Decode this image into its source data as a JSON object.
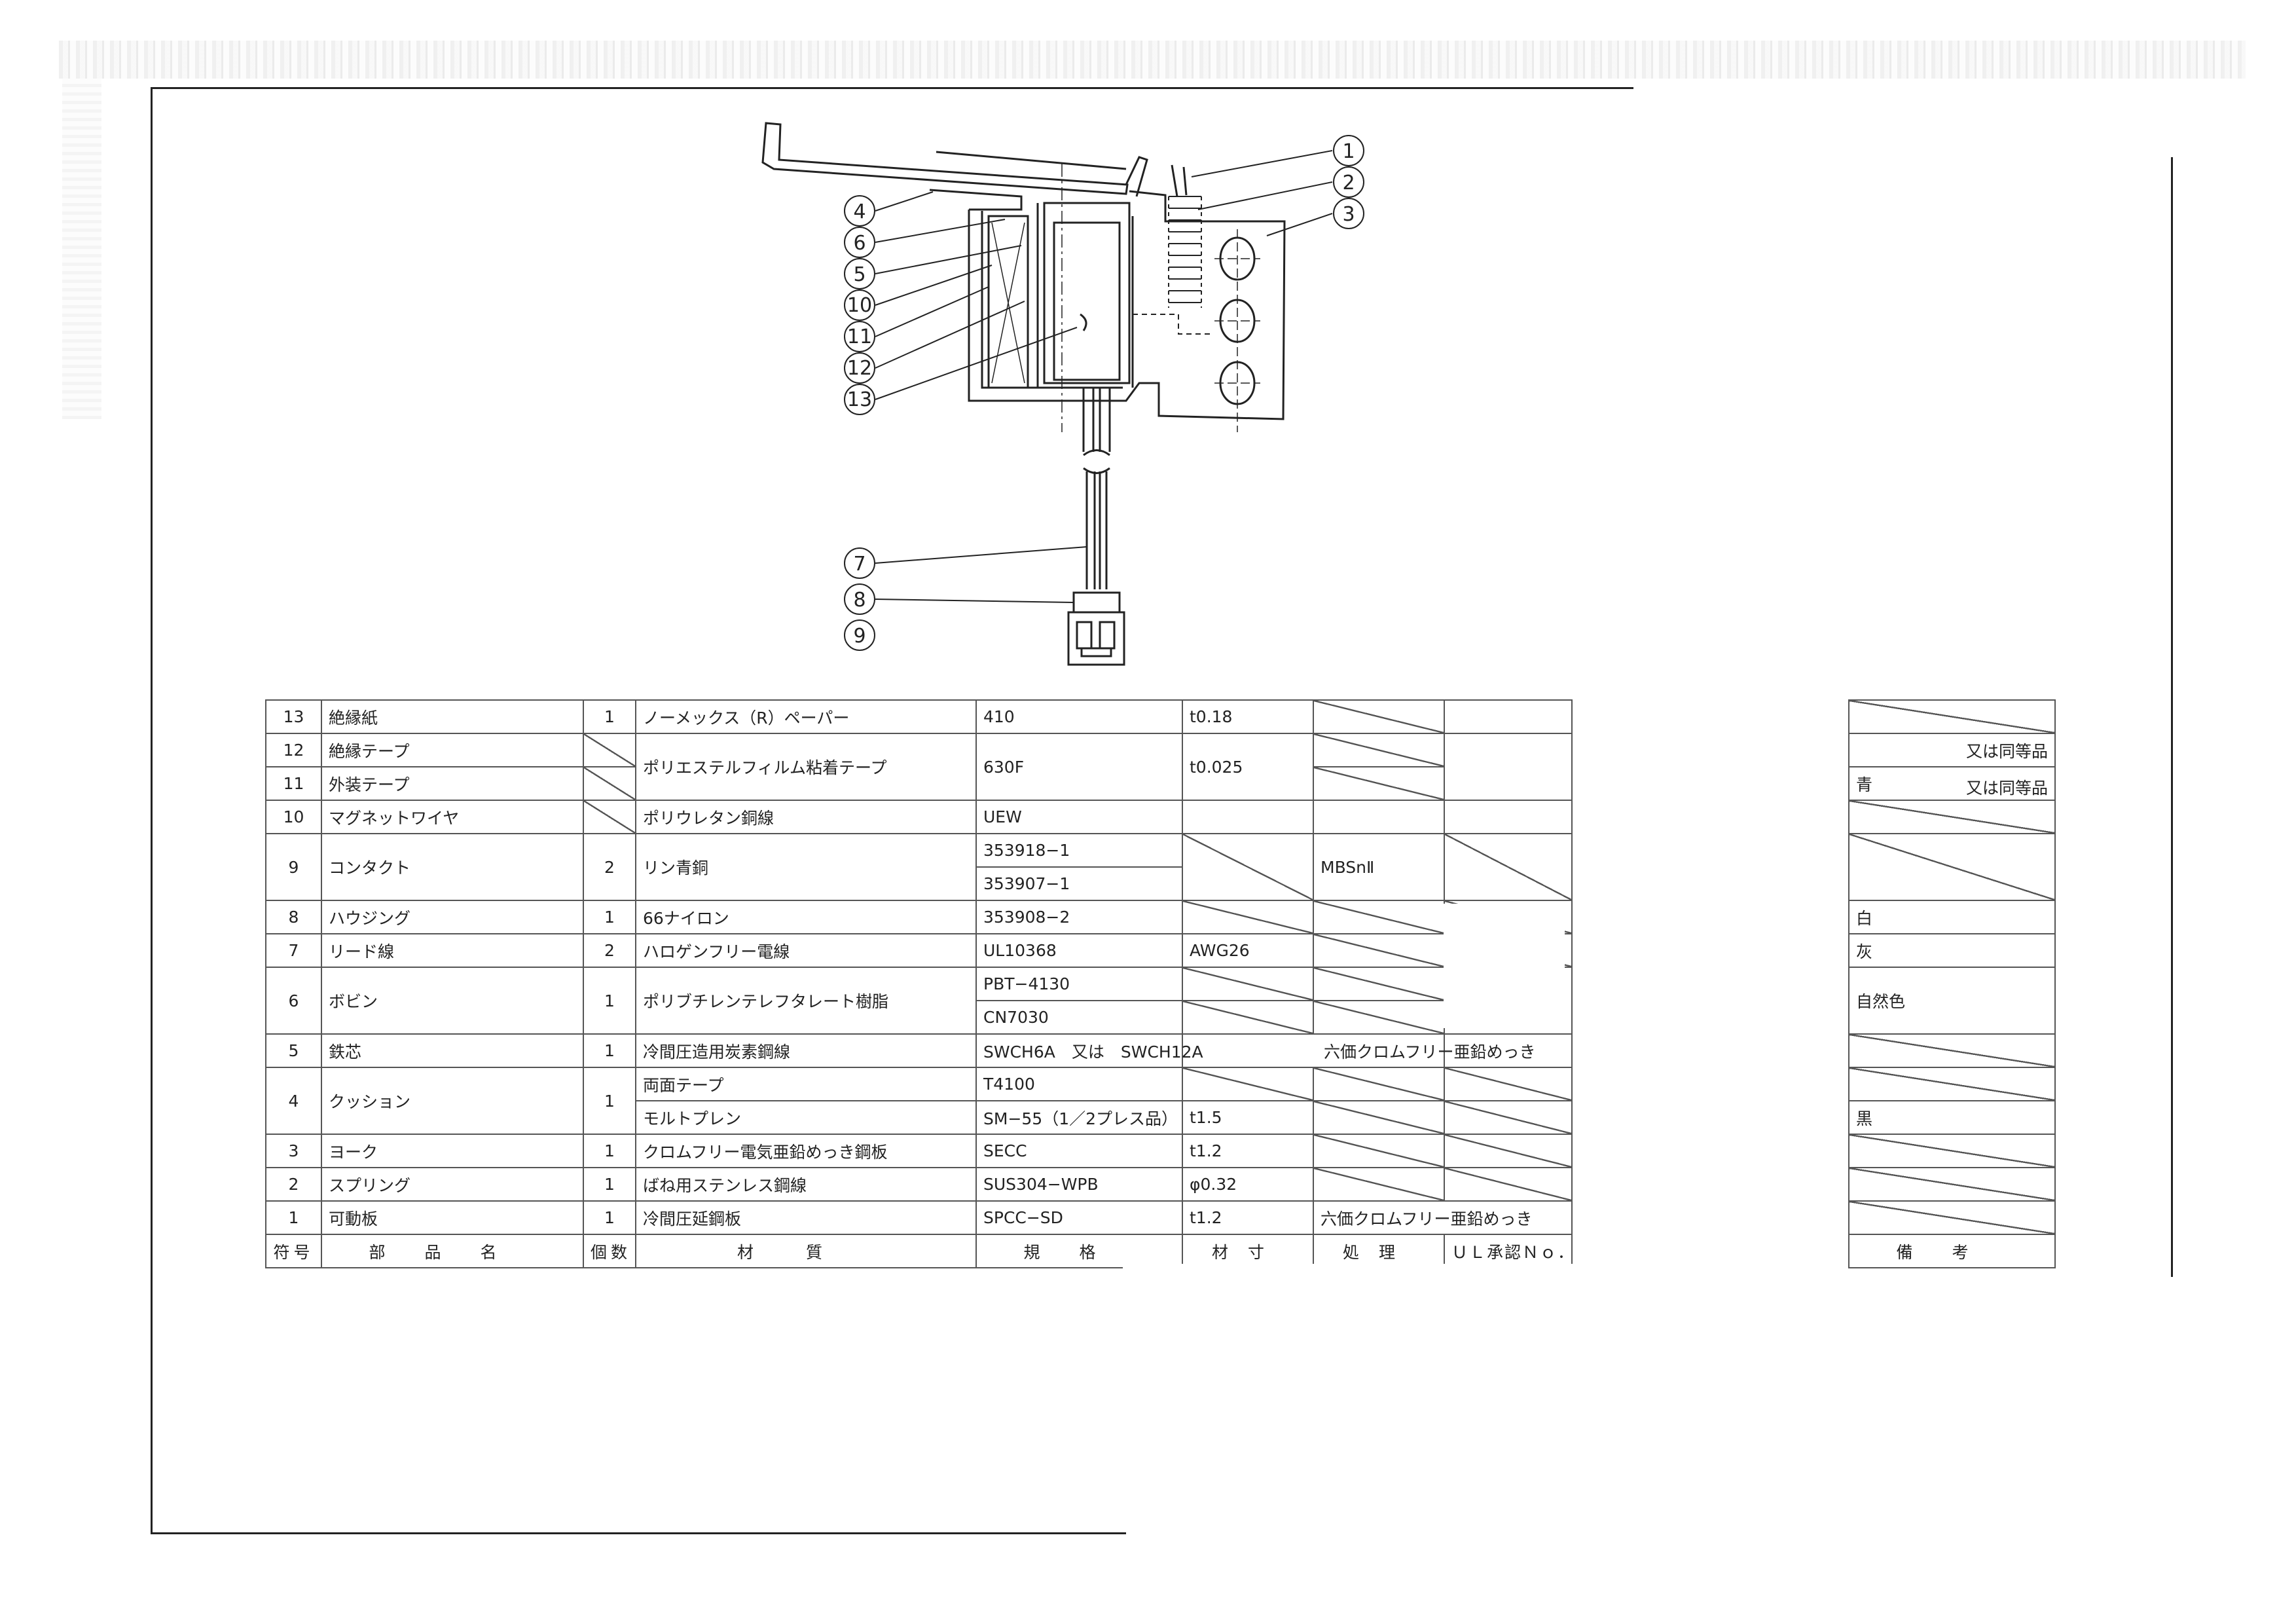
{
  "callouts": [
    "1",
    "2",
    "3",
    "4",
    "6",
    "5",
    "10",
    "11",
    "12",
    "13",
    "7",
    "8",
    "9"
  ],
  "parts_table": {
    "header": {
      "no": "符号",
      "name": "部品名",
      "qty": "個数",
      "material": "材質",
      "spec": "規格",
      "dimension": "材寸",
      "treatment": "処理",
      "ul": "ＵＬ承認Ｎｏ．",
      "remarks": "備考"
    },
    "rows": [
      {
        "no": "13",
        "name": "絶縁紙",
        "qty": "1",
        "material": "ノーメックス（R）ペーパー",
        "spec": "410",
        "dim": "t0.18",
        "treat": "",
        "ul": "",
        "remark": ""
      },
      {
        "no": "12",
        "name": "絶縁テープ",
        "qty": "",
        "material": "ポリエステルフィルム粘着テープ",
        "spec": "630F",
        "dim": "t0.025",
        "treat": "",
        "ul": "",
        "remark": "又は同等品"
      },
      {
        "no": "11",
        "name": "外装テープ",
        "qty": "",
        "material": "",
        "spec": "",
        "dim": "",
        "treat": "",
        "ul": "",
        "remark_color": "青",
        "remark": "又は同等品"
      },
      {
        "no": "10",
        "name": "マグネットワイヤ",
        "qty": "",
        "material": "ポリウレタン銅線",
        "spec": "UEW",
        "dim": "",
        "treat": "",
        "ul": "",
        "remark": ""
      },
      {
        "no": "9",
        "name": "コンタクト",
        "qty": "2",
        "material": "リン青銅",
        "spec": "353918−1",
        "spec2": "353907−1",
        "dim": "",
        "treat": "MBSnⅡ",
        "ul": "",
        "remark": ""
      },
      {
        "no": "8",
        "name": "ハウジング",
        "qty": "1",
        "material": "66ナイロン",
        "spec": "353908−2",
        "dim": "",
        "treat": "",
        "ul": "",
        "remark": "白"
      },
      {
        "no": "7",
        "name": "リード線",
        "qty": "2",
        "material": "ハロゲンフリー電線",
        "spec": "UL10368",
        "dim": "AWG26",
        "treat": "",
        "ul": "",
        "remark": "灰"
      },
      {
        "no": "6",
        "name": "ボビン",
        "qty": "1",
        "material": "ポリブチレンテレフタレート樹脂",
        "spec": "PBT−4130",
        "spec2": "CN7030",
        "dim": "",
        "treat": "",
        "ul": "",
        "remark": "自然色"
      },
      {
        "no": "5",
        "name": "鉄芯",
        "qty": "1",
        "material": "冷間圧造用炭素鋼線",
        "spec": "SWCH6A　又は　SWCH12A",
        "dim": "",
        "treat": "六価クロムフリー亜鉛めっき",
        "ul": "",
        "remark": ""
      },
      {
        "no": "4",
        "name": "クッション",
        "qty": "1",
        "material": "両面テープ",
        "spec": "T4100",
        "material2": "モルトプレン",
        "spec2": "SM−55（1／2プレス品）",
        "dim2": "t1.5",
        "treat": "",
        "ul": "",
        "remark": "",
        "remark2": "黒"
      },
      {
        "no": "3",
        "name": "ヨーク",
        "qty": "1",
        "material": "クロムフリー電気亜鉛めっき鋼板",
        "spec": "SECC",
        "dim": "t1.2",
        "treat": "",
        "ul": "",
        "remark": ""
      },
      {
        "no": "2",
        "name": "スプリング",
        "qty": "1",
        "material": "ばね用ステンレス鋼線",
        "spec": "SUS304−WPB",
        "dim": "φ0.32",
        "treat": "",
        "ul": "",
        "remark": ""
      },
      {
        "no": "1",
        "name": "可動板",
        "qty": "1",
        "material": "冷間圧延鋼板",
        "spec": "SPCC−SD",
        "dim": "t1.2",
        "treat": "六価クロムフリー亜鉛めっき",
        "ul": "",
        "remark": ""
      }
    ]
  }
}
